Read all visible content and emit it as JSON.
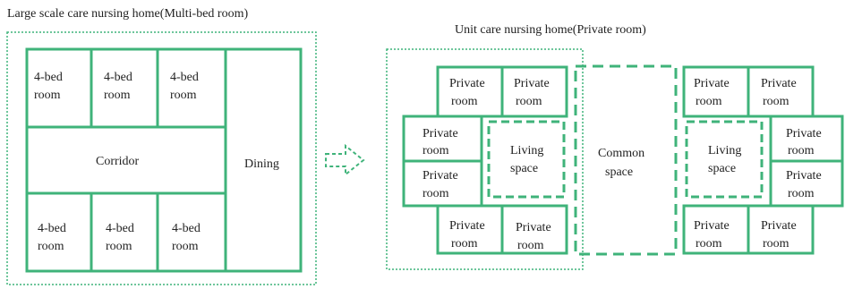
{
  "left_plan": {
    "title": "Large scale care nursing home(Multi-bed room)",
    "room_label": "4-bed room",
    "corridor": "Corridor",
    "dining": "Dining"
  },
  "right_plan": {
    "title": "Unit care nursing home(Private room)",
    "private_room": "Private room",
    "living_space": "Living space",
    "common_space": "Common space"
  },
  "colors": {
    "wall": "#3fb37a",
    "arrow": "#3fb37a",
    "boundary": "#3fb37a",
    "text": "#222222"
  },
  "icons": {
    "transition": "dashed-right-arrow-icon"
  }
}
